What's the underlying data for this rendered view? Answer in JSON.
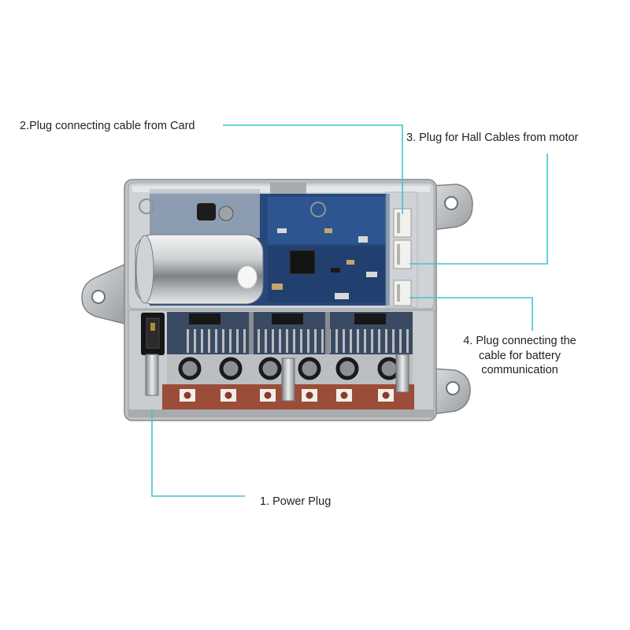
{
  "colors": {
    "callout_line": "#3fc4d6",
    "text": "#222222",
    "pcb": "#27487c",
    "housing": "#bfc2c5"
  },
  "callouts": {
    "card_plug": {
      "label": "2.Plug connecting cable from Card"
    },
    "hall_plug": {
      "label": "3. Plug for Hall Cables from motor"
    },
    "battery_comm_plug": {
      "lines": [
        "4. Plug connecting the",
        "cable for battery",
        "communication"
      ]
    },
    "power_plug": {
      "label": "1. Power Plug"
    }
  }
}
